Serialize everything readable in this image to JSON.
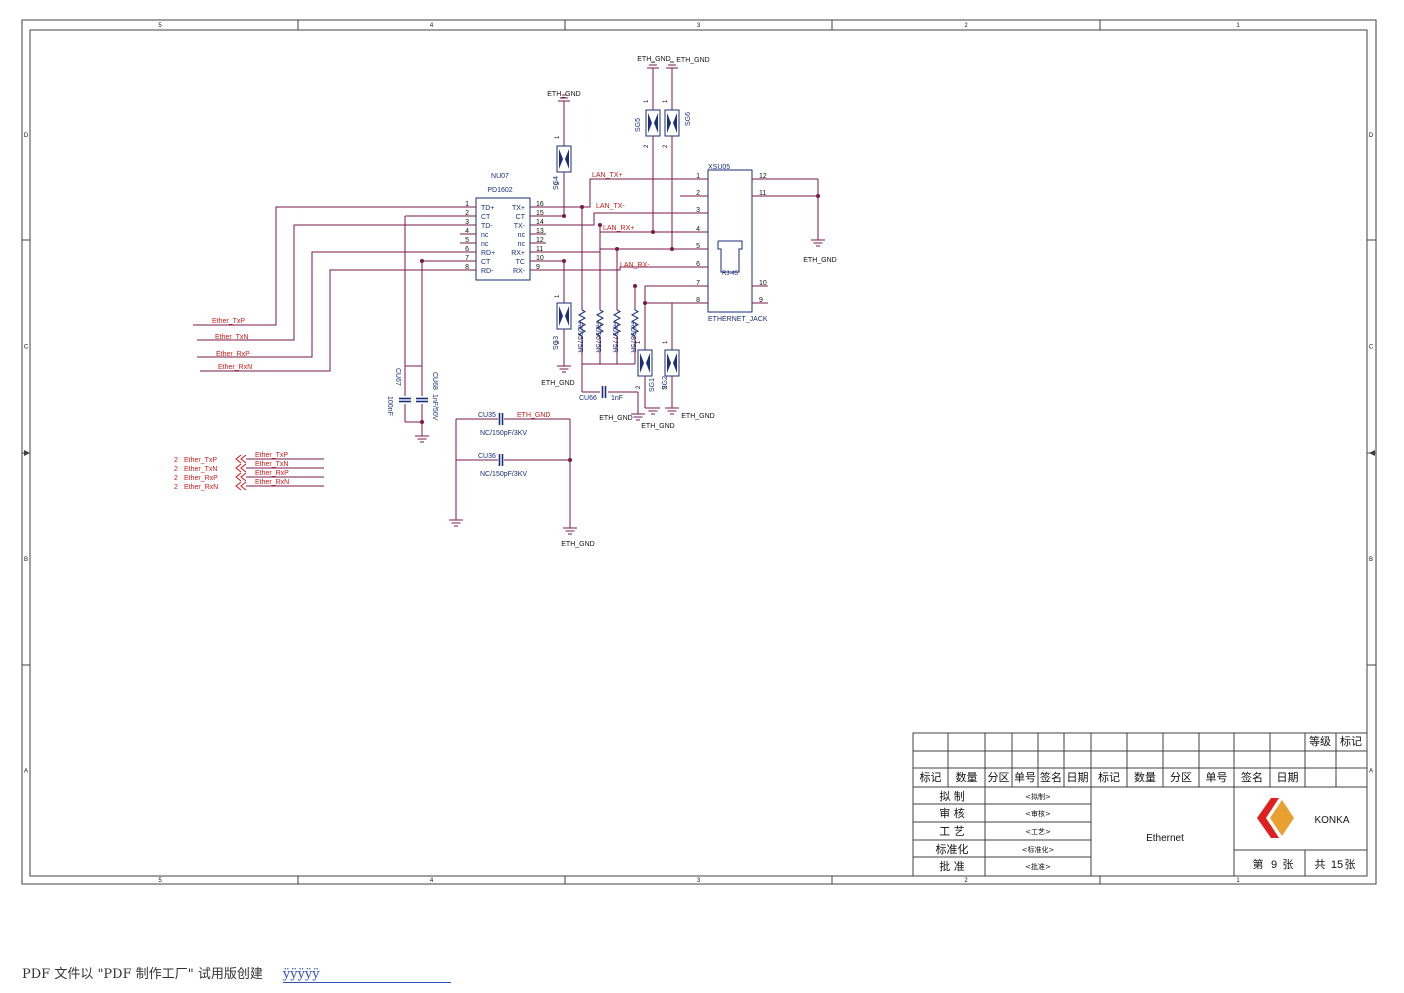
{
  "frame": {
    "columns": [
      "5",
      "4",
      "3",
      "2",
      "1"
    ],
    "rows": [
      "D",
      "C",
      "B",
      "A"
    ]
  },
  "transformer": {
    "ref": "NU07",
    "part": "PD1602",
    "left_pins": [
      {
        "num": "1",
        "name": "TD+"
      },
      {
        "num": "2",
        "name": "CT"
      },
      {
        "num": "3",
        "name": "TD-"
      },
      {
        "num": "4",
        "name": "nc"
      },
      {
        "num": "5",
        "name": "nc"
      },
      {
        "num": "6",
        "name": "RD+"
      },
      {
        "num": "7",
        "name": "CT"
      },
      {
        "num": "8",
        "name": "RD-"
      }
    ],
    "right_pins": [
      {
        "num": "16",
        "name": "TX+"
      },
      {
        "num": "15",
        "name": "CT"
      },
      {
        "num": "14",
        "name": "TX-"
      },
      {
        "num": "13",
        "name": "nc"
      },
      {
        "num": "12",
        "name": "nc"
      },
      {
        "num": "11",
        "name": "RX+"
      },
      {
        "num": "10",
        "name": "TC"
      },
      {
        "num": "9",
        "name": "RX-"
      }
    ]
  },
  "jack": {
    "ref": "XSU05",
    "part": "ETHERNET_JACK",
    "inner_label": "RJ-45",
    "left_pins": [
      "1",
      "2",
      "3",
      "4",
      "5",
      "6",
      "7",
      "8"
    ],
    "right_pins": [
      "12",
      "11",
      "10",
      "9"
    ]
  },
  "nets": {
    "tx_plus": "LAN_TX+",
    "tx_minus": "LAN_TX-",
    "rx_plus": "LAN_RX+",
    "rx_minus": "LAN_RX-",
    "eth_gnd": "ETH_GND",
    "ether_txp": "Ether_TxP",
    "ether_txn": "Ether_TxN",
    "ether_rxp": "Ether_RxP",
    "ether_rxn": "Ether_RxN"
  },
  "ports": [
    {
      "sheet": "2",
      "name": "Ether_TxP"
    },
    {
      "sheet": "2",
      "name": "Ether_TxN"
    },
    {
      "sheet": "2",
      "name": "Ether_RxP"
    },
    {
      "sheet": "2",
      "name": "Ether_RxN"
    }
  ],
  "components": {
    "sg1": "SG1",
    "sg2": "SG2",
    "sg3": "SG3",
    "sg4": "SG4",
    "sg5": "SG5",
    "sg6": "SG6",
    "ru95": "RU95",
    "ru96": "RU96",
    "ru97": "RU97",
    "ru98": "RU98",
    "res_value": "75R",
    "cu66": "CU66",
    "cu66_value": "1nF",
    "cu67": "CU67",
    "cu67_value": "100nF",
    "cu68": "CU68",
    "cu68_value": "1nF/50V",
    "cu35": "CU35",
    "cu36": "CU36",
    "hv_cap_value": "NC/150pF/3KV",
    "pin1": "1",
    "pin2": "2"
  },
  "title_block": {
    "grade": "等级",
    "mark": "标记",
    "headers": [
      "标记",
      "数量",
      "分区",
      "单号",
      "签名",
      "日期",
      "标记",
      "数量",
      "分区",
      "单号",
      "签名",
      "日期"
    ],
    "roles": [
      {
        "label": "拟 制",
        "value": "<拟制>"
      },
      {
        "label": "审 核",
        "value": "<审核>"
      },
      {
        "label": "工 艺",
        "value": "<工艺>"
      },
      {
        "label": "标准化",
        "value": "<标准化>"
      },
      {
        "label": "批 准",
        "value": "<批准>"
      }
    ],
    "title": "Ethernet",
    "company": "KONKA",
    "sheet_label": "第",
    "sheet_no": "9",
    "sheet_unit": "张",
    "total_label": "共",
    "total_no": "15",
    "total_unit": "张"
  },
  "footer": {
    "text": "PDF 文件以 \"PDF 制作工厂\" 试用版创建",
    "tail": "ÿÿÿÿÿ"
  },
  "colors": {
    "wire": "#7a1a4a",
    "component": "#1a2e7a",
    "net_label": "#d01818",
    "frame": "#404040",
    "brand_red": "#e02020",
    "brand_gold": "#e8a030"
  }
}
